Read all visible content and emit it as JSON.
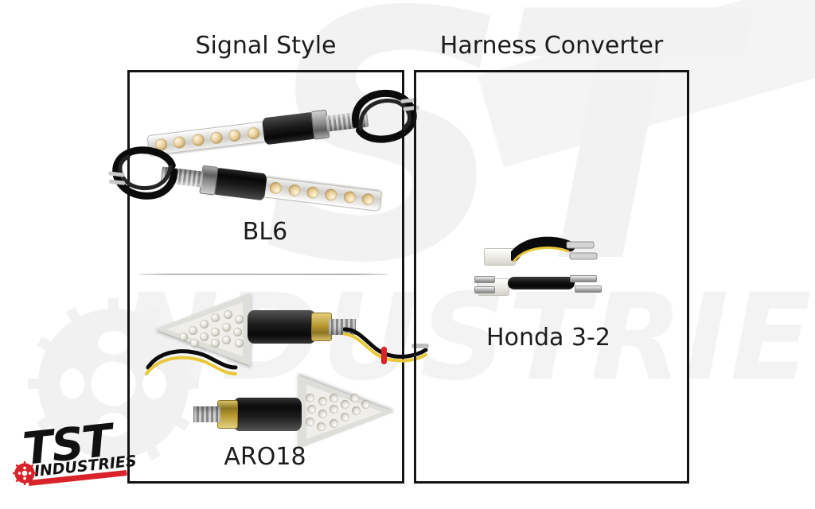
{
  "image": {
    "type": "product-option-comparison",
    "background_color": "#ffffff",
    "watermark_text": "TST INDUSTRIES",
    "watermark_color": "#f2f2f2"
  },
  "panels": [
    {
      "title": "Signal Style",
      "items": [
        {
          "label": "BL6",
          "product": "BL6 sequential LED bar turn signals",
          "description": "Pair of slim bar-style LED turn signals with clear lens, six amber LEDs, black stem, chrome threaded stud with hex nut and black wiring pigtails"
        },
        {
          "label": "ARO18",
          "product": "ARO18 arrow LED turn signals",
          "description": "Pair of triangular arrow-shaped clear lens LED turn signals with black rubber stem, brass threaded base and yellow and black wires with red zip tie"
        }
      ]
    },
    {
      "title": "Harness Converter",
      "items": [
        {
          "label": "Honda 3-2",
          "product": "Honda 3-to-2 wire harness converter",
          "description": "Two short adapter harnesses with white connector housings, black sheathing and silver spade terminals"
        }
      ]
    }
  ],
  "brand": {
    "name": "TST",
    "subtitle": "INDUSTRIES",
    "accent_color": "#d8232a",
    "text_color": "#111111"
  },
  "colors": {
    "border": "#141414",
    "label_text": "#1c1c1c",
    "divider": "#b9b9b9"
  }
}
